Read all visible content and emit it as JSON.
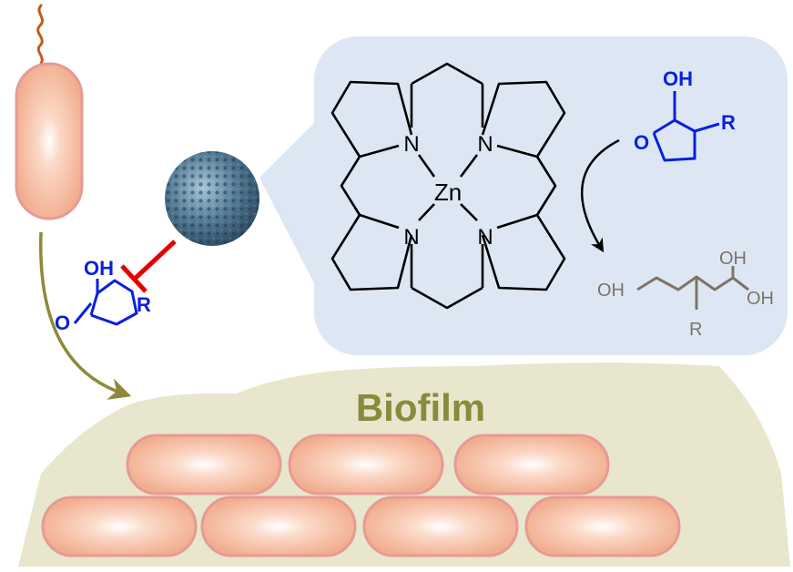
{
  "title": "Biofilm",
  "complex": {
    "metal": "Zn",
    "nitrogen_labels": [
      "N",
      "N",
      "N",
      "N"
    ]
  },
  "substrate_free": {
    "oh": "OH",
    "ring_o": "O",
    "r": "R"
  },
  "substrate_inhibited": {
    "oh": "OH",
    "ring_o": "O",
    "r": "R"
  },
  "product": {
    "oh_left": "OH",
    "oh_top": "OH",
    "oh_right": "OH",
    "r": "R"
  },
  "colors": {
    "cell_fill": "#f3b89c",
    "cell_stroke": "#e69a96",
    "biofilm": "#e8e6cc",
    "title": "#8a8a3c",
    "panel": "#dde7f3",
    "substrate": "#0a1fe0",
    "product": "#7d7466",
    "inhibition": "#e60000",
    "arrow_olive": "#8e8a3a",
    "nanoparticle": "#5a7f98"
  },
  "icons": {
    "bacterium": "rod-bacterium-icon",
    "nanoparticle": "porous-nanoparticle-icon"
  }
}
